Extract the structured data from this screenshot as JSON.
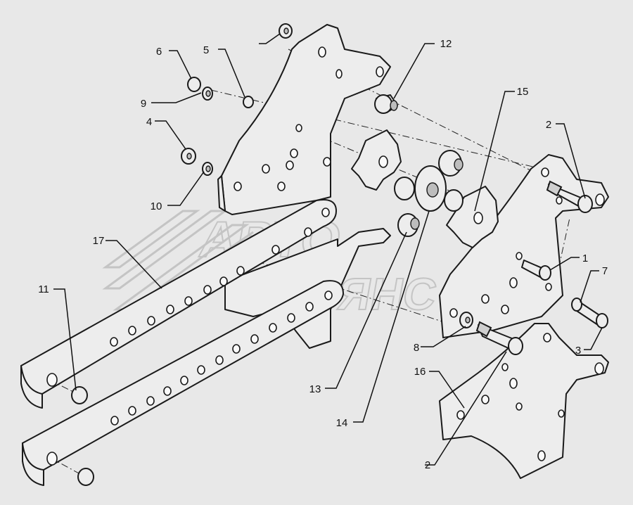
{
  "watermark": {
    "line1": "АВТО",
    "line2": "АЛЬЯНС"
  },
  "callouts": [
    "6",
    "5",
    "9",
    "4",
    "10",
    "12",
    "15",
    "2",
    "1",
    "7",
    "3",
    "8",
    "16",
    "2",
    "17",
    "11",
    "13",
    "14"
  ]
}
